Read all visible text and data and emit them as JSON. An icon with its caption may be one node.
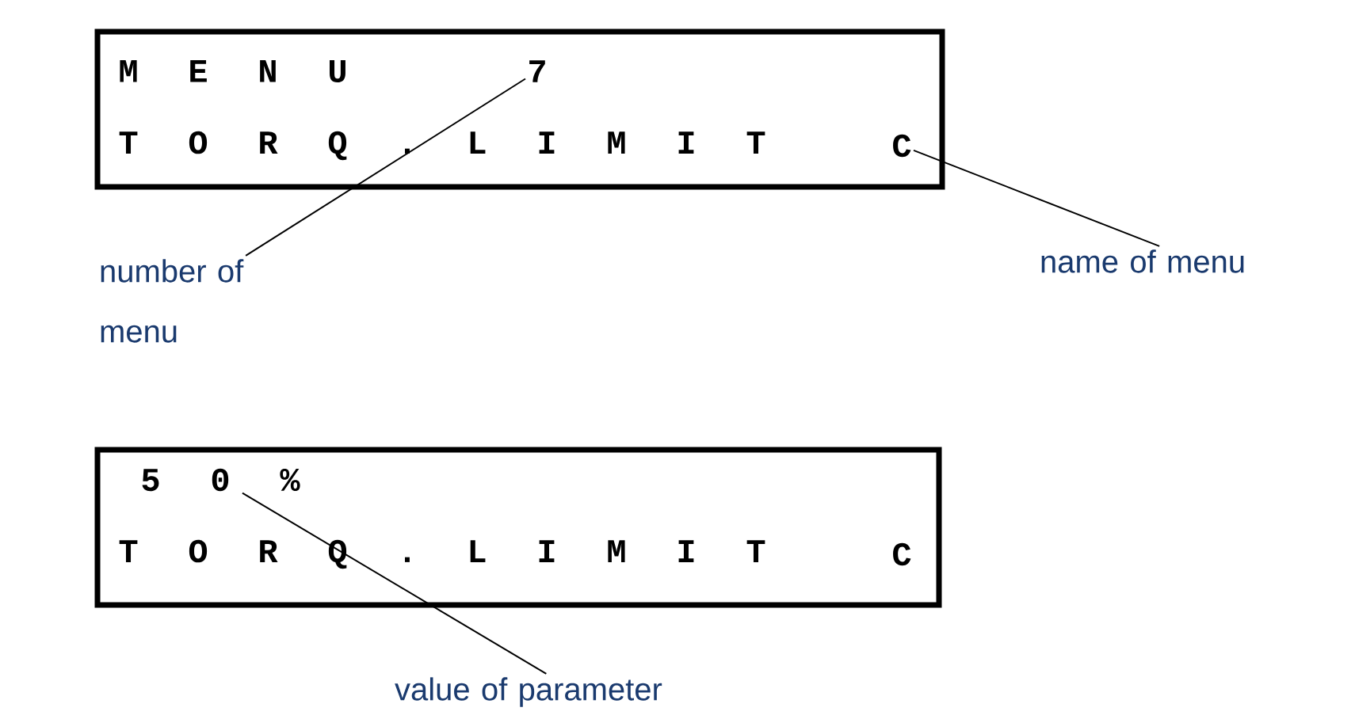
{
  "diagram": {
    "nodes": [
      {
        "text": [],
        "shape": "box"
      },
      {
        "text": [
          "M E N U"
        ],
        "in": 0
      },
      {
        "text": [
          "7"
        ],
        "in": 0
      },
      {
        "text": [
          "T O R Q . L I M I T"
        ],
        "in": 0
      },
      {
        "text": [
          "C"
        ],
        "in": 0
      },
      {
        "text": [
          "number of menu"
        ]
      },
      {
        "text": [
          "name of menu"
        ]
      },
      {
        "text": [],
        "shape": "box"
      },
      {
        "text": [
          "5 0 %"
        ],
        "in": 7
      },
      {
        "text": [
          "T O R Q . L I M I T"
        ],
        "in": 7
      },
      {
        "text": [
          "C"
        ],
        "in": 7
      },
      {
        "text": [
          "value of parameter"
        ]
      }
    ],
    "edges": [
      {
        "from": 5,
        "to": 2,
        "arrow": "none"
      },
      {
        "from": 6,
        "to": 4,
        "arrow": "none"
      },
      {
        "from": 11,
        "to": 8,
        "arrow": "none"
      }
    ]
  }
}
